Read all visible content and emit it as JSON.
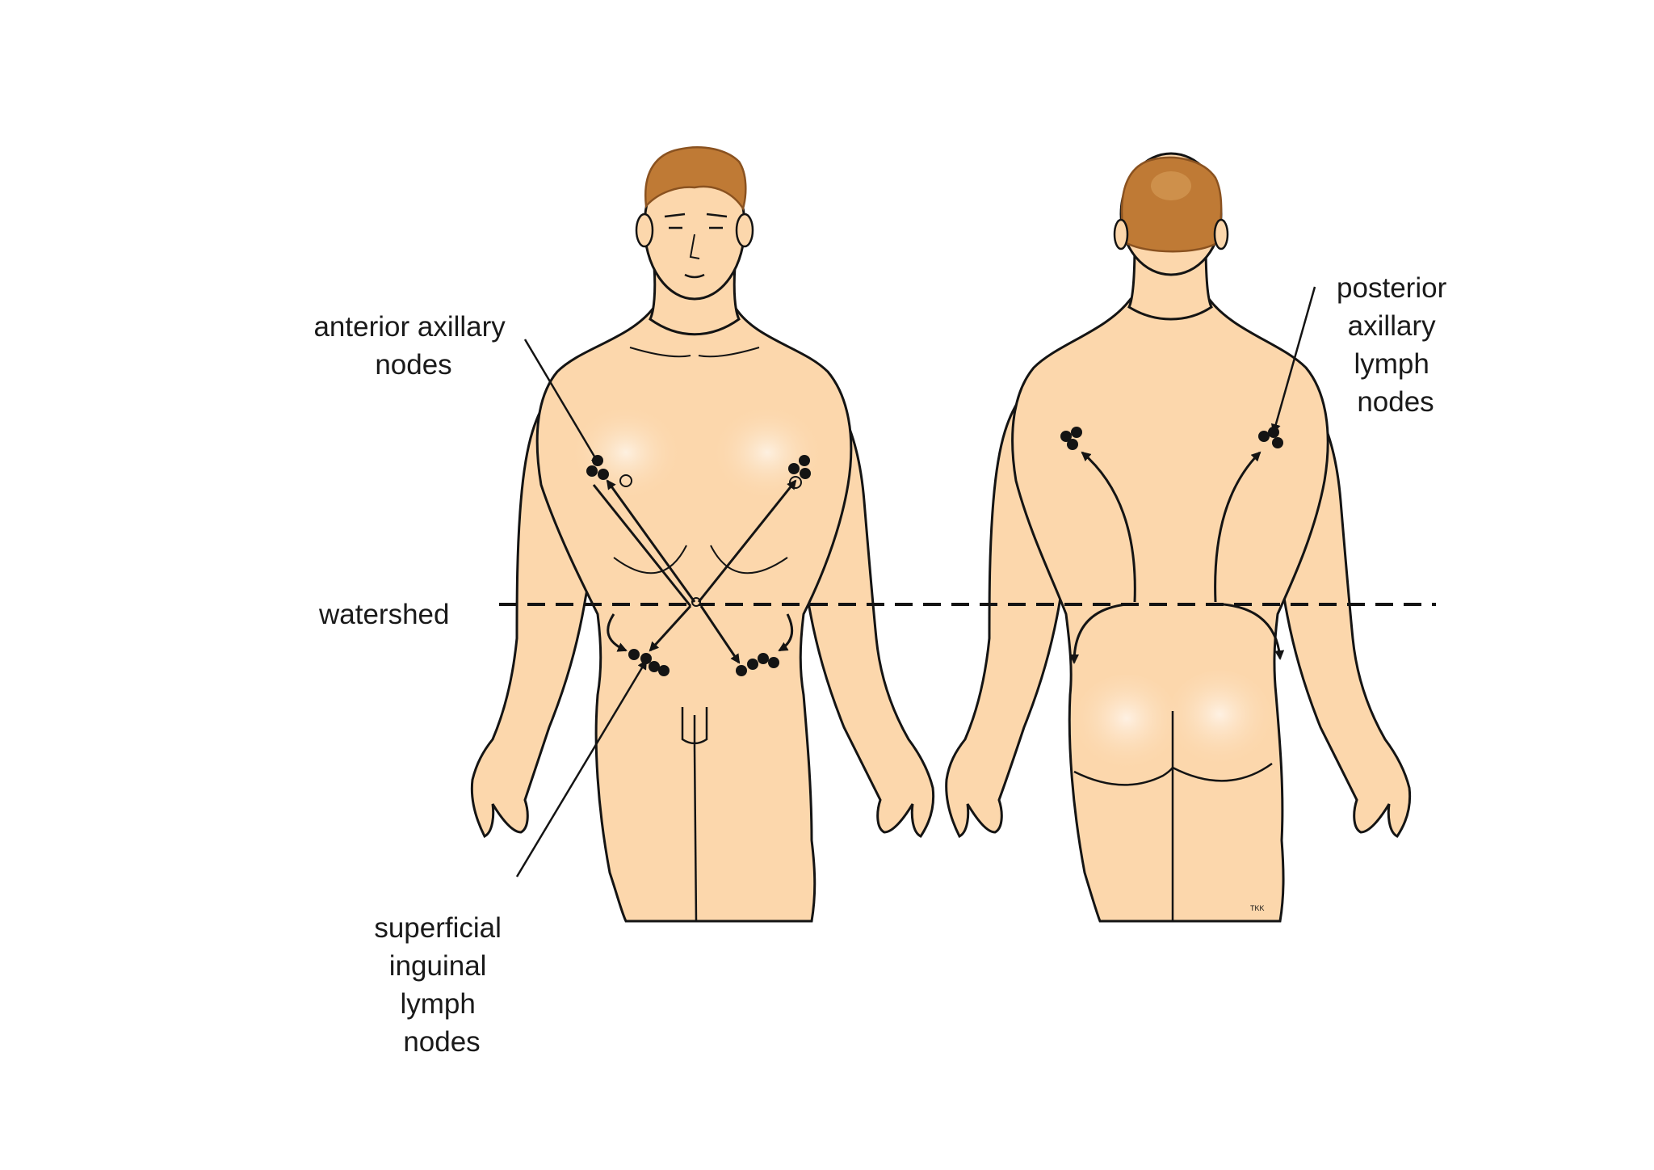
{
  "labels": {
    "anterior_axillary": [
      "anterior axillary",
      "nodes"
    ],
    "posterior_axillary": [
      "posterior",
      "axillary",
      "lymph",
      "nodes"
    ],
    "watershed": "watershed",
    "superficial_inguinal": [
      "superficial",
      "inguinal",
      "lymph",
      "nodes"
    ],
    "initials": "TKK"
  },
  "colors": {
    "skin": "#fcd7ac",
    "skin_highlight": "#fde8cf",
    "hair": "#bf7a35",
    "hair_dark": "#8a5220",
    "outline": "#141414",
    "background": "#ffffff"
  }
}
